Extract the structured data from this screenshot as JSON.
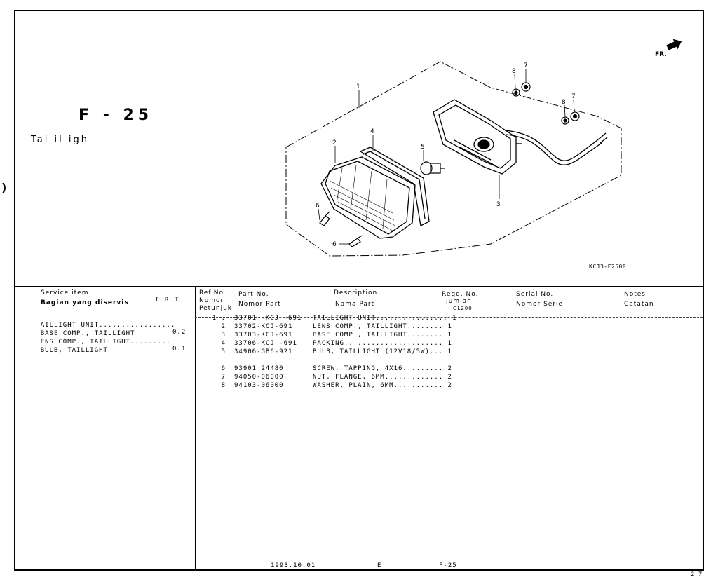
{
  "sheet": {
    "title": "F - 25",
    "subtitle": "Tai il igh",
    "drawing_code": "KCJ3-F2500",
    "fr_label": "FR."
  },
  "callouts": [
    "1",
    "2",
    "3",
    "4",
    "5",
    "6",
    "6",
    "7",
    "7",
    "8",
    "8"
  ],
  "headers": {
    "service_item": "Service   item",
    "service_item_local": "Bagian yang diservis",
    "frt": "F. R. T.",
    "ref_no": "Ref.No.",
    "ref_no_local_1": "Nomor",
    "ref_no_local_2": "Petunjuk",
    "part_no": "Part  No.",
    "part_no_local": "Nomor  Part",
    "description": "Description",
    "description_local": "Nama  Part",
    "reqd_no": "Reqd. No.",
    "reqd_local": "Jumlah",
    "reqd_model": "GL200",
    "serial_no": "Serial  No.",
    "serial_local": "Nomor  Serie",
    "notes": "Notes",
    "notes_local": "Catatan"
  },
  "service_items": [
    {
      "name": "AILLIGHT UNIT.................",
      "frt": "0.2"
    },
    {
      "name": "BASE COMP., TAILLIGHT",
      "frt": ""
    },
    {
      "name": "ENS COMP., TAILLIGHT.........",
      "frt": "0.1"
    },
    {
      "name": "BULB, TAILLIGHT",
      "frt": ""
    }
  ],
  "parts": [
    {
      "ref": "1 .",
      "part_no": "33701 -KCJ -691",
      "desc": "TAILLIGHT UNIT................ 1"
    },
    {
      "ref": "2",
      "part_no": "33702-KCJ-691",
      "desc": "LENS COMP., TAILLIGHT........ 1"
    },
    {
      "ref": "3",
      "part_no": "33703-KCJ-691",
      "desc": "BASE COMP., TAILLIGHT........ 1"
    },
    {
      "ref": "4",
      "part_no": "33706-KCJ -691",
      "desc": "PACKING...................... 1"
    },
    {
      "ref": "5",
      "part_no": "34906-GB6-921",
      "desc": "BULB, TAILLIGHT (12V18/5W)... 1"
    },
    {
      "ref": "6",
      "part_no": "93901 24480",
      "desc": "SCREW, TAPPING, 4X16......... 2"
    },
    {
      "ref": "7",
      "part_no": "94050-06000",
      "desc": "NUT, FLANGE, 6MM............. 2"
    },
    {
      "ref": "8",
      "part_no": "94103-06000",
      "desc": "WASHER, PLAIN, 6MM........... 2"
    }
  ],
  "footer": {
    "date": "1993.10.01",
    "edition": "E",
    "page": "F-25"
  },
  "edge_mark": ")",
  "corner_mark": "2 7"
}
